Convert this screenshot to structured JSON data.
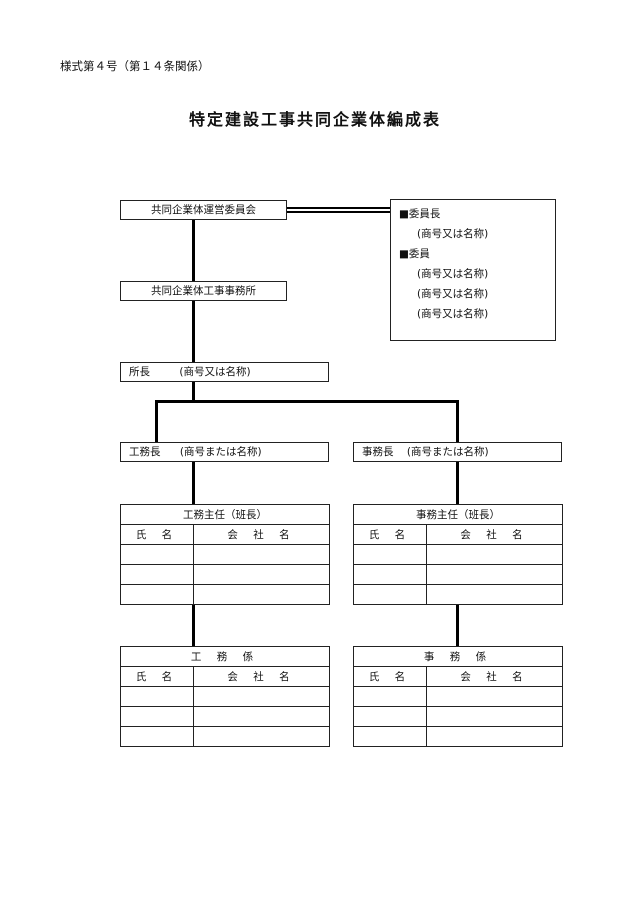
{
  "form_number": "様式第４号（第１４条関係）",
  "title": "特定建設工事共同企業体編成表",
  "committee": {
    "label": "共同企業体運営委員会"
  },
  "members": {
    "chair_label": "■委員長",
    "chair_name": "(商号又は名称)",
    "member_label": "■委員",
    "member_names": [
      "(商号又は名称)",
      "(商号又は名称)",
      "(商号又は名称)"
    ]
  },
  "office": {
    "label": "共同企業体工事事務所"
  },
  "director": {
    "label": "所長",
    "name": "(商号又は名称)"
  },
  "construction_manager": {
    "label": "工務長",
    "name": "(商号または名称)"
  },
  "admin_manager": {
    "label": "事務長",
    "name": "(商号または名称)"
  },
  "construction_chief_table": {
    "title": "工務主任（班長）",
    "col_name": "氏 名",
    "col_company": "会 社 名"
  },
  "admin_chief_table": {
    "title": "事務主任（班長）",
    "col_name": "氏 名",
    "col_company": "会 社 名"
  },
  "construction_staff_table": {
    "title": "工 務 係",
    "col_name": "氏 名",
    "col_company": "会 社 名"
  },
  "admin_staff_table": {
    "title": "事 務 係",
    "col_name": "氏 名",
    "col_company": "会 社 名"
  }
}
